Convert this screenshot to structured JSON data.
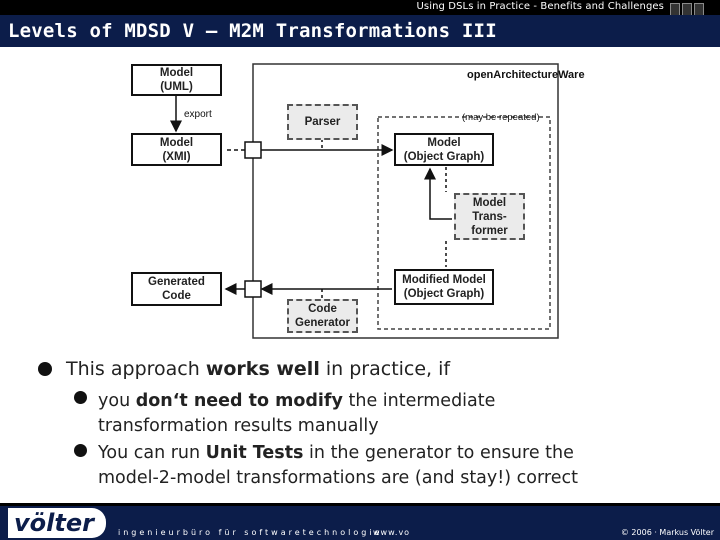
{
  "header": {
    "top_title": "Using DSLs in Practice - Benefits and Challenges",
    "slide_title": "Levels of MDSD V – M2M Transformations III"
  },
  "diagram": {
    "model_uml": "Model\n(UML)",
    "export_label": "export",
    "model_xmi": "Model\n(XMI)",
    "generated_code": "Generated\nCode",
    "oaw_label": "openArchitectureWare",
    "parser": "Parser",
    "may_be_repeated": "(may be repeated)",
    "model_object_graph": "Model\n(Object Graph)",
    "model_transformer": "Model\nTrans-\nformer",
    "modified_model": "Modified Model\n(Object Graph)",
    "code_generator": "Code\nGenerator"
  },
  "bullets": {
    "main_prefix": "This approach ",
    "main_bold": "works well",
    "main_suffix": " in practice, if",
    "sub1_prefix": "you ",
    "sub1_bold": "don‘t need to modify",
    "sub1_suffix": " the intermediate",
    "sub1_line2": "transformation results manually",
    "sub2_prefix": "You can run ",
    "sub2_bold": "Unit Tests",
    "sub2_suffix": " in the generator to ensure the",
    "sub2_line2": "model-2-model transformations are (and stay!) correct"
  },
  "footer": {
    "logo_text": "völter",
    "company": "ingenieurbüro für softwaretechnologie",
    "url": "www.vo",
    "copyright": "© 2006 · Markus Völter"
  }
}
